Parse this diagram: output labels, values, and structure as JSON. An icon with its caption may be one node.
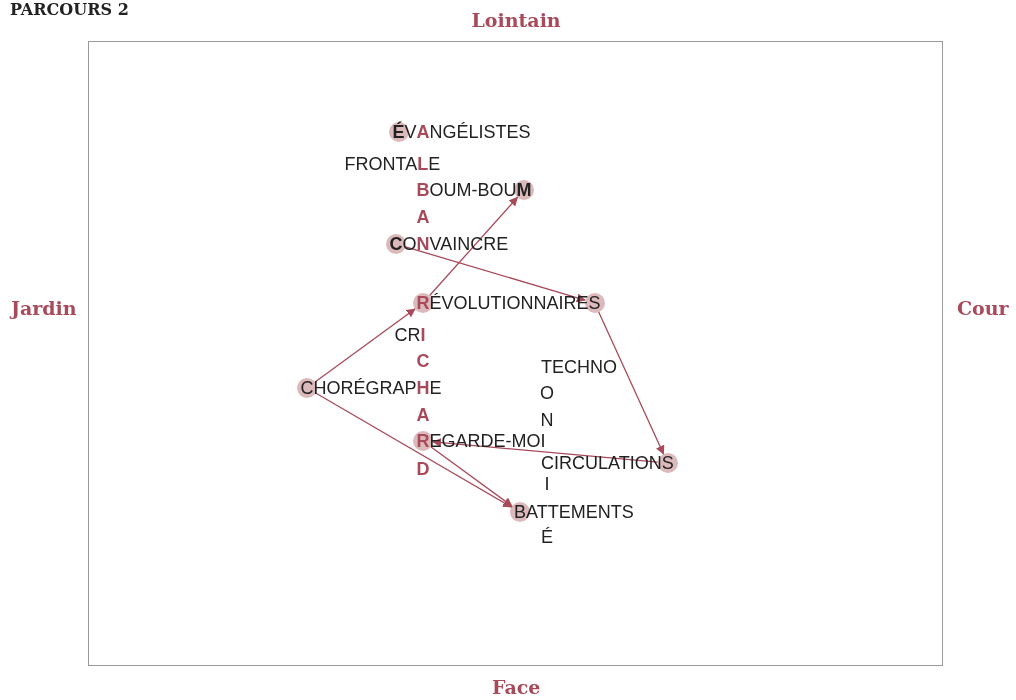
{
  "diagram": {
    "title": "PARCOURS 2",
    "nodes": [
      {
        "text": [
          "**É**V**A**NGÉLISTES"
        ]
      },
      {
        "text": [
          "**B**OUM-BOU**M**"
        ]
      },
      {
        "text": [
          "**C**O**N**VAINCRE"
        ]
      },
      {
        "text": [
          "**R**ÉVOLUTIONNAIRES"
        ]
      },
      {
        "text": [
          "CHORÉGRAP**H**E"
        ]
      },
      {
        "text": [
          "**R**EGARDE-MOI"
        ]
      },
      {
        "text": [
          "CIRCULATIONS"
        ]
      },
      {
        "text": [
          "BATTEMENTS"
        ]
      }
    ],
    "edges": [
      {
        "from": 4,
        "to": 3,
        "arrow": "to"
      },
      {
        "from": 3,
        "to": 1,
        "arrow": "to"
      },
      {
        "from": 2,
        "to": 3,
        "arrow": "to"
      },
      {
        "from": 3,
        "to": 6,
        "arrow": "to"
      },
      {
        "from": 6,
        "to": 5,
        "arrow": "to"
      },
      {
        "from": 5,
        "to": 7,
        "arrow": "to"
      },
      {
        "from": 4,
        "to": 7,
        "arrow": "to"
      }
    ],
    "labels": [
      "Lointain",
      "FRONTA**L**E",
      "A",
      "Jardin",
      "Cour",
      "CR**I**",
      "C",
      "TECHNO",
      "O",
      "A",
      "N",
      "D",
      "I",
      "É",
      "Face"
    ]
  }
}
